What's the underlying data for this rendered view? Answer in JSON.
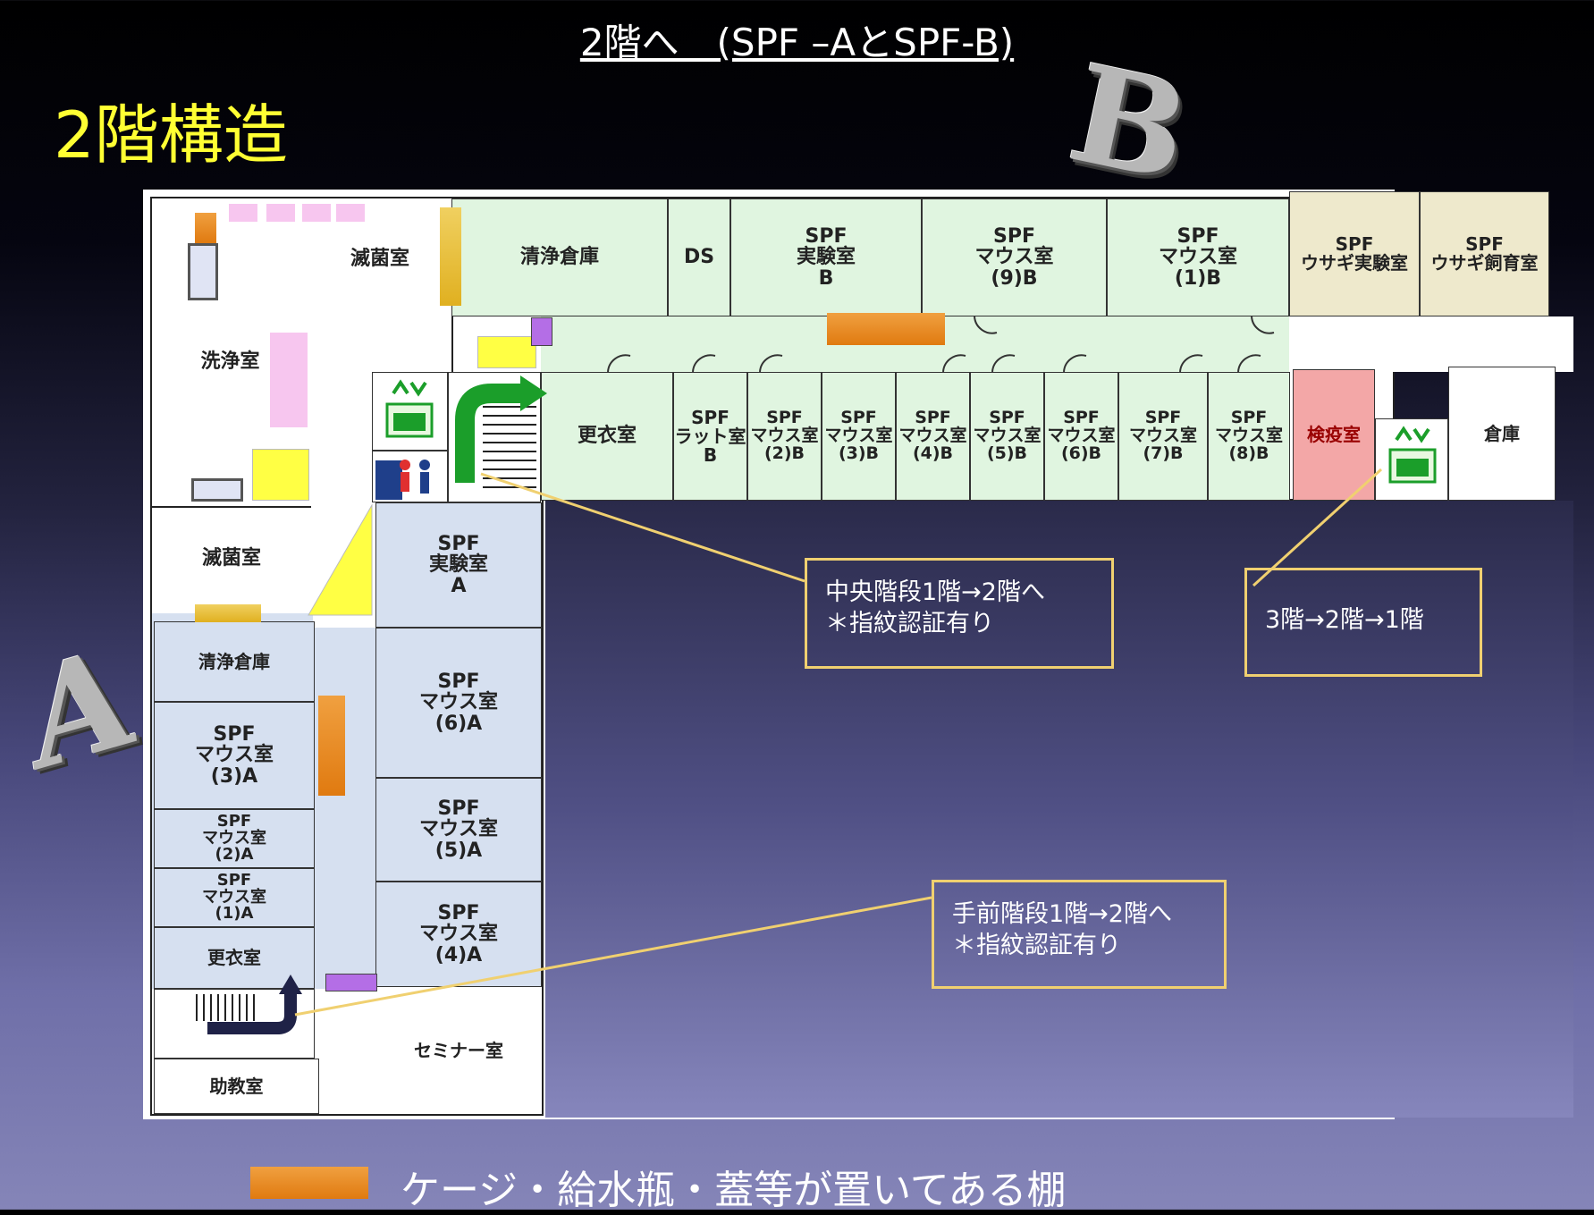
{
  "header": {
    "top_title": "2階へ　(SPF –AとSPF-B)",
    "main_title": "2階構造",
    "letter_b": "B",
    "letter_a": "A"
  },
  "rooms": {
    "sterilization_top": "滅菌室",
    "clean_storage_b": "清浄倉庫",
    "ds": "DS",
    "spf_lab_b": "SPF\n実験室\nB",
    "spf_mouse_9b": "SPF\nマウス室\n(9)B",
    "spf_mouse_1b": "SPF\nマウス室\n(1)B",
    "spf_rabbit_lab": "SPF\nウサギ実験室",
    "spf_rabbit_breed": "SPF\nウサギ飼育室",
    "washing": "洗浄室",
    "locker_b": "更衣室",
    "spf_rat_b": "SPF\nラット室\nB",
    "spf_mouse_2b": "SPF\nマウス室\n(2)B",
    "spf_mouse_3b": "SPF\nマウス室\n(3)B",
    "spf_mouse_4b": "SPF\nマウス室\n(4)B",
    "spf_mouse_5b": "SPF\nマウス室\n(5)B",
    "spf_mouse_6b": "SPF\nマウス室\n(6)B",
    "spf_mouse_7b": "SPF\nマウス室\n(7)B",
    "spf_mouse_8b": "SPF\nマウス室\n(8)B",
    "quarantine": "検疫室",
    "storage": "倉庫",
    "sterilization_a": "滅菌室",
    "spf_lab_a": "SPF\n実験室\nA",
    "clean_storage_a": "清浄倉庫",
    "spf_mouse_6a": "SPF\nマウス室\n(6)A",
    "spf_mouse_3a": "SPF\nマウス室\n(3)A",
    "spf_mouse_5a": "SPF\nマウス室\n(5)A",
    "spf_mouse_2a": "SPF\nマウス室\n(2)A",
    "spf_mouse_1a": "SPF\nマウス室\n(1)A",
    "spf_mouse_4a": "SPF\nマウス室\n(4)A",
    "locker_a": "更衣室",
    "seminar": "セミナー室",
    "assistant_prof": "助教室"
  },
  "callouts": {
    "central_stairs": "中央階段1階→2階へ\n＊指紋認証有り",
    "elevator_route": "3階→2階→1階",
    "front_stairs": "手前階段1階→2階へ\n＊指紋認証有り"
  },
  "legend": {
    "label": "ケージ・給水瓶・蓋等が置いてある棚",
    "color": "#e88a20"
  },
  "colors": {
    "zone_b": "#e0f5e0",
    "zone_a": "#d6e0f0",
    "zone_rabbit": "#eee9cc",
    "quarantine": "#f3a7a7",
    "callout_border": "#f0d070",
    "title_yellow": "#ffff33"
  }
}
